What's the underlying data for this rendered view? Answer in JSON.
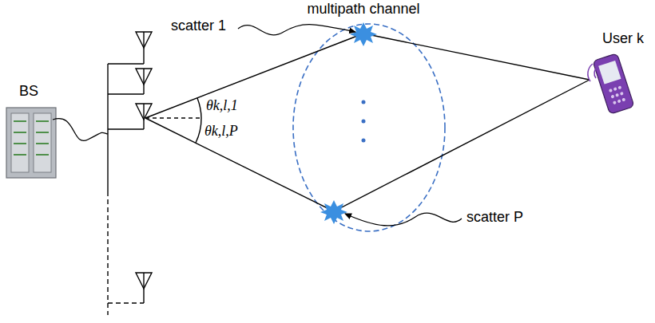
{
  "diagram": {
    "labels": [
      "multipath channel",
      "scatter 1",
      "θk,l,1",
      "θk,l,P",
      "BS",
      "User k",
      "scatter P"
    ]
  }
}
